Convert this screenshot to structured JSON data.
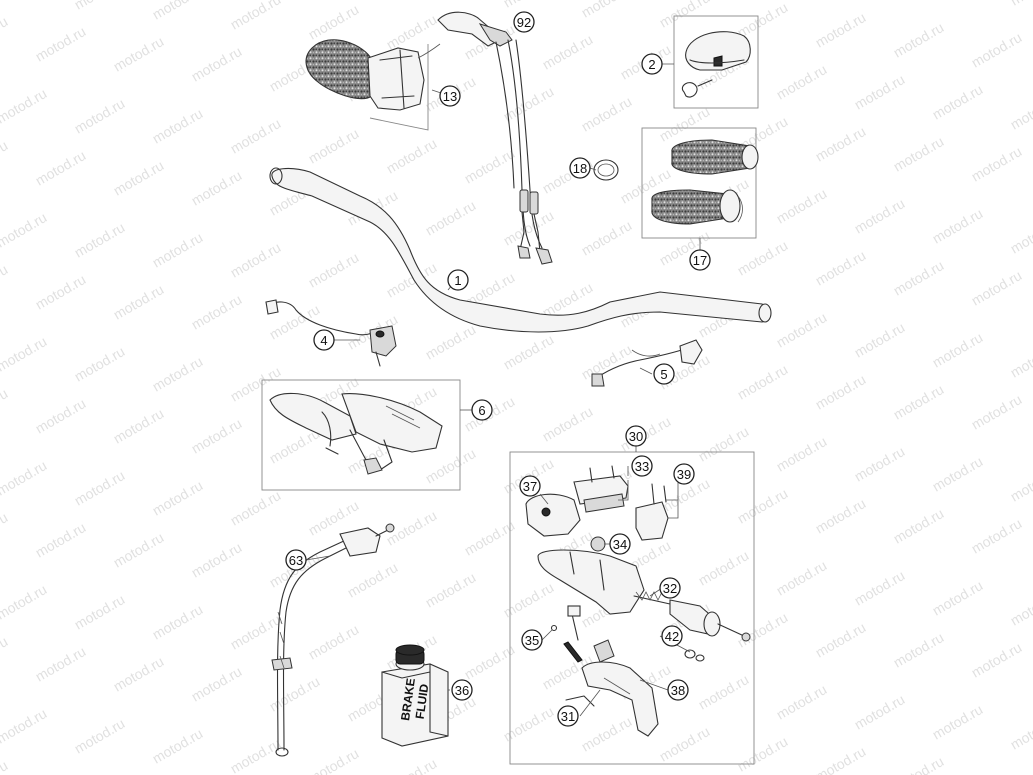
{
  "watermark": {
    "text": "motod.ru"
  },
  "callouts": [
    {
      "id": "92",
      "label": "92"
    },
    {
      "id": "13",
      "label": "13"
    },
    {
      "id": "2",
      "label": "2"
    },
    {
      "id": "18",
      "label": "18"
    },
    {
      "id": "17",
      "label": "17"
    },
    {
      "id": "1",
      "label": "1"
    },
    {
      "id": "4",
      "label": "4"
    },
    {
      "id": "5",
      "label": "5"
    },
    {
      "id": "6",
      "label": "6"
    },
    {
      "id": "30",
      "label": "30"
    },
    {
      "id": "33",
      "label": "33"
    },
    {
      "id": "39",
      "label": "39"
    },
    {
      "id": "37",
      "label": "37"
    },
    {
      "id": "34",
      "label": "34"
    },
    {
      "id": "32",
      "label": "32"
    },
    {
      "id": "35",
      "label": "35"
    },
    {
      "id": "42",
      "label": "42"
    },
    {
      "id": "38",
      "label": "38"
    },
    {
      "id": "31",
      "label": "31"
    },
    {
      "id": "63",
      "label": "63"
    },
    {
      "id": "36",
      "label": "36"
    }
  ],
  "brake_fluid_bottle": {
    "line1": "BRAKE",
    "line2": "FLUID"
  }
}
